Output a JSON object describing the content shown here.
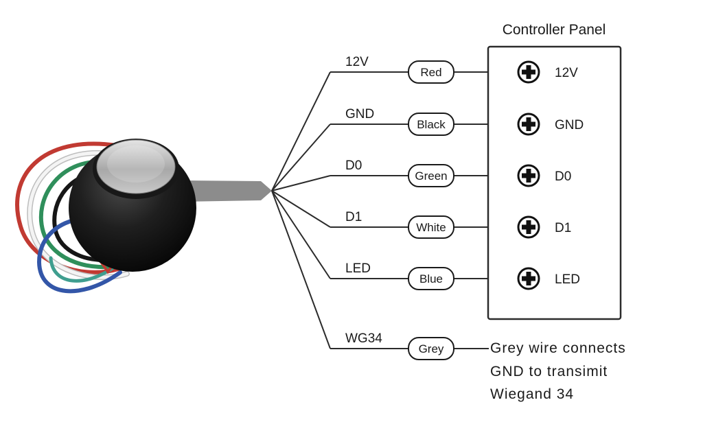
{
  "title": "Controller Panel",
  "rows": [
    {
      "signal": "12V",
      "wire_label": "Red",
      "terminal": "12V"
    },
    {
      "signal": "GND",
      "wire_label": "Black",
      "terminal": "GND"
    },
    {
      "signal": "D0",
      "wire_label": "Green",
      "terminal": "D0"
    },
    {
      "signal": "D1",
      "wire_label": "White",
      "terminal": "D1"
    },
    {
      "signal": "LED",
      "wire_label": "Blue",
      "terminal": "LED"
    },
    {
      "signal": "WG34",
      "wire_label": "Grey",
      "terminal": ""
    }
  ],
  "note": {
    "line1": "Grey wire connects",
    "line2": "GND to transimit",
    "line3": "Wiegand 34"
  },
  "colors": {
    "line": "#2b2b2b",
    "wire_red": "#c13a32",
    "wire_white": "#f4f4f4",
    "wire_white_edge": "#bdbdbd",
    "wire_green": "#2f8f5b",
    "wire_black": "#161616",
    "wire_blue": "#3356a8",
    "wire_teal": "#3f9e8f",
    "cable_grey": "#8c8c8c"
  }
}
